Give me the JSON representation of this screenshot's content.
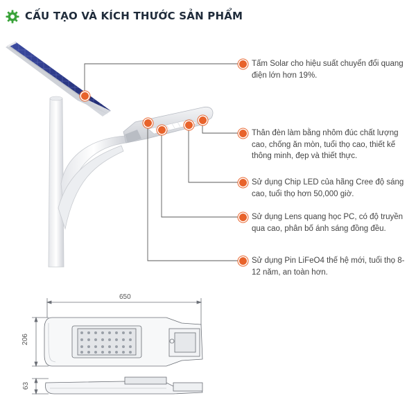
{
  "header": {
    "title": "CẤU TẠO VÀ KÍCH THƯỚC SẢN PHẨM",
    "icon": "gear-icon",
    "accent_color": "#3aa33a"
  },
  "callouts": [
    {
      "text": "Tấm Solar cho hiệu suất chuyển đổi quang điện lớn hơn 19%."
    },
    {
      "text": "Thân đèn làm bằng nhôm đúc chất lượng cao, chống ăn mòn, tuổi thọ cao, thiết kế thông minh, đẹp và thiết thực."
    },
    {
      "text": "Sử dụng Chip LED của hãng Cree độ sáng cao, tuổi thọ hơn 50,000 giờ."
    },
    {
      "text": "Sử dụng Lens quang học PC, có độ truyền qua cao, phân bố ánh sáng đồng đều."
    },
    {
      "text": "Sử dụng Pin LiFeO4 thế hệ mới, tuổi thọ  8-12 năm, an toàn hơn."
    }
  ],
  "dimensions": {
    "length": "650",
    "width": "206",
    "height": "63"
  },
  "colors": {
    "bullet": "#e8632b",
    "leader_line": "#555555",
    "panel": "#2d3a8c"
  }
}
